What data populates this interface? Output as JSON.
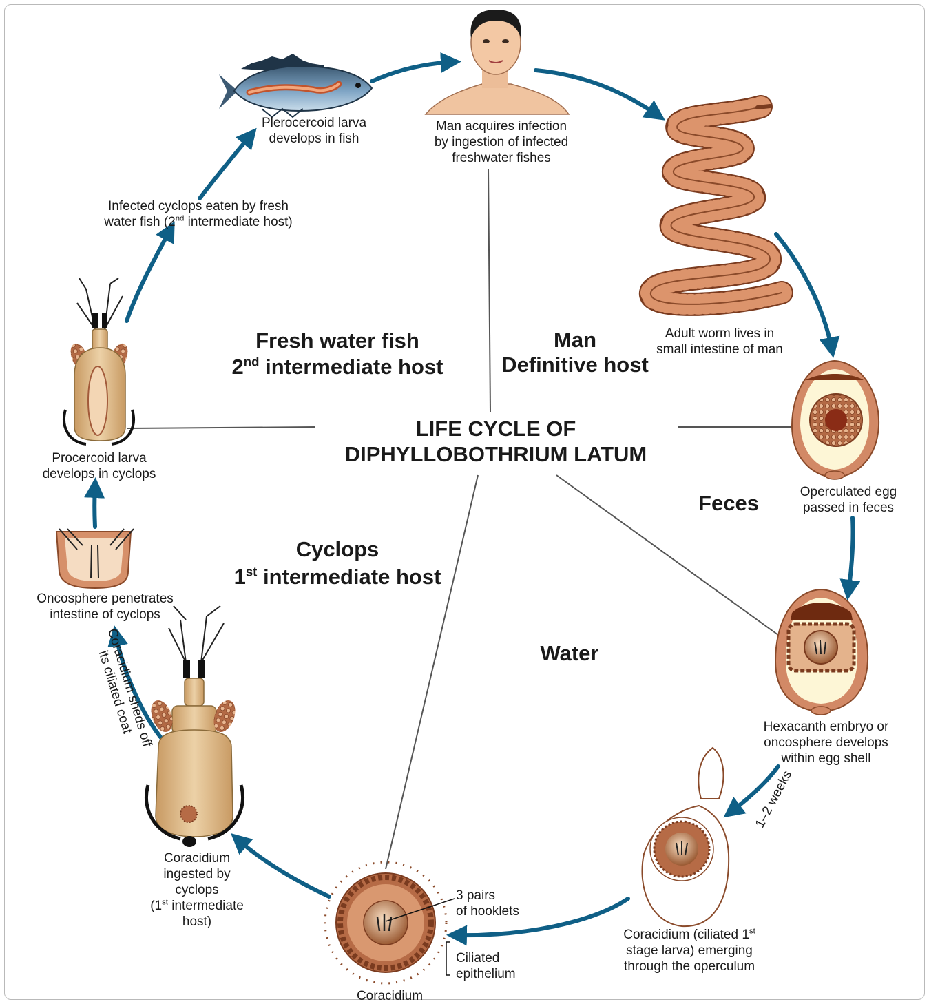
{
  "title": {
    "line1": "LIFE CYCLE OF",
    "line2": "DIPHYLLOBOTHRIUM LATUM"
  },
  "sectors": {
    "fish": {
      "line1": "Fresh water fish",
      "line2_pre": "2",
      "line2_sup": "nd",
      "line2_post": " intermediate host"
    },
    "man": {
      "line1": "Man",
      "line2": "Definitive host"
    },
    "feces": "Feces",
    "water": "Water",
    "cyclops": {
      "line1": "Cyclops",
      "line2_pre": "1",
      "line2_sup": "st",
      "line2_post": " intermediate host"
    }
  },
  "stages": {
    "man": [
      "Man acquires infection",
      "by ingestion of infected",
      "freshwater fishes"
    ],
    "adult_worm": [
      "Adult worm lives in",
      "small intestine of man"
    ],
    "egg": [
      "Operculated egg",
      "passed in feces"
    ],
    "hexacanth": [
      "Hexacanth embryo or",
      "oncosphere develops",
      "within egg shell"
    ],
    "weeks": "1–2 weeks",
    "emerging": {
      "l1_pre": "Coracidium (ciliated 1",
      "l1_sup": "st",
      "l2": "stage larva) emerging",
      "l3": "through the operculum"
    },
    "hooklets": [
      "3 pairs",
      "of hooklets"
    ],
    "epithelium": [
      "Ciliated",
      "epithelium"
    ],
    "coracidium": "Coracidium",
    "ingested": {
      "l1": "Coracidium",
      "l2": "ingested by",
      "l3": "cyclops",
      "l4_pre": "(1",
      "l4_sup": "st",
      "l4_post": " intermediate",
      "l5": "host)"
    },
    "sheds": [
      "Coracidium sheds off",
      "its ciliated coat"
    ],
    "oncosphere": [
      "Oncosphere penetrates",
      "intestine of cyclops"
    ],
    "procercoid": [
      "Procercoid larva",
      "develops in cyclops"
    ],
    "eaten": {
      "l1": "Infected cyclops eaten by fresh",
      "l2_pre": "water fish (2",
      "l2_sup": "nd",
      "l2_post": " intermediate host)"
    },
    "plerocercoid": [
      "Plerocercoid larva",
      "develops in fish"
    ]
  },
  "colors": {
    "arrow": "#0f5f86",
    "tan": "#d9b27f",
    "brown": "#8a4a2a",
    "worm": "#d88f68",
    "egg_fill": "#fdf6d6"
  }
}
